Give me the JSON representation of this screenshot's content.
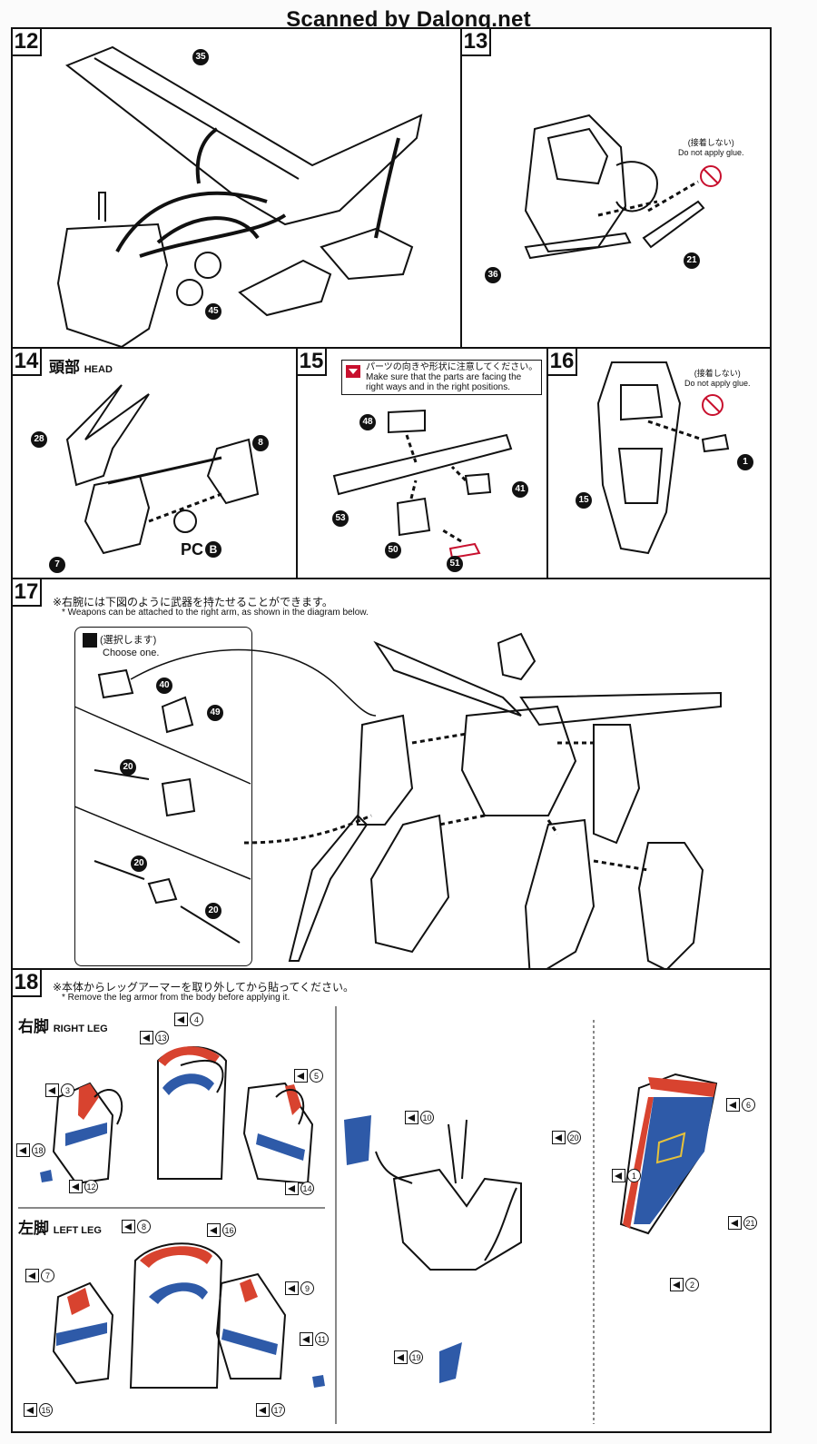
{
  "watermark": "Scanned by Dalong.net",
  "steps": {
    "s12": {
      "number": "12",
      "parts": [
        "35",
        "45"
      ]
    },
    "s13": {
      "number": "13",
      "no_glue_jp": "(接着しない)",
      "no_glue_en": "Do not apply glue.",
      "parts": [
        "36",
        "21"
      ]
    },
    "s14": {
      "number": "14",
      "title_jp": "頭部",
      "title_en": "HEAD",
      "parts": [
        "28",
        "8",
        "7"
      ],
      "pc_label": "PC",
      "pc_part": "B"
    },
    "s15": {
      "number": "15",
      "warning_jp": "パーツの向きや形状に注意してください。",
      "warning_en_1": "Make sure that the parts are facing the",
      "warning_en_2": "right ways and in the right positions.",
      "parts": [
        "48",
        "41",
        "53",
        "50",
        "51"
      ]
    },
    "s16": {
      "number": "16",
      "no_glue_jp": "(接着しない)",
      "no_glue_en": "Do not apply glue.",
      "parts": [
        "1",
        "15"
      ]
    },
    "s17": {
      "number": "17",
      "note_jp": "※右腕には下図のように武器を持たせることができます。",
      "note_en": "* Weapons can be attached to the right arm, as shown in the diagram below.",
      "choose_jp": "(選択します)",
      "choose_en": "Choose one.",
      "parts": [
        "40",
        "49",
        "20",
        "20",
        "20"
      ]
    },
    "s18": {
      "number": "18",
      "note_jp": "※本体からレッグアーマーを取り外してから貼ってください。",
      "note_en": "* Remove the leg armor from the body before applying it.",
      "right_leg_jp": "右脚",
      "right_leg_en": "RIGHT LEG",
      "left_leg_jp": "左脚",
      "left_leg_en": "LEFT LEG",
      "right_leg_stickers": [
        "4",
        "13",
        "3",
        "5",
        "18",
        "12",
        "14"
      ],
      "left_leg_stickers": [
        "8",
        "16",
        "7",
        "9",
        "11",
        "15",
        "17"
      ],
      "body_stickers": [
        "10",
        "20",
        "19"
      ],
      "shield_stickers": [
        "6",
        "1",
        "21",
        "2"
      ]
    }
  },
  "colors": {
    "red": "#d8432f",
    "blue": "#2e5aa8",
    "yellow": "#e7c23a",
    "ink": "#111111"
  }
}
